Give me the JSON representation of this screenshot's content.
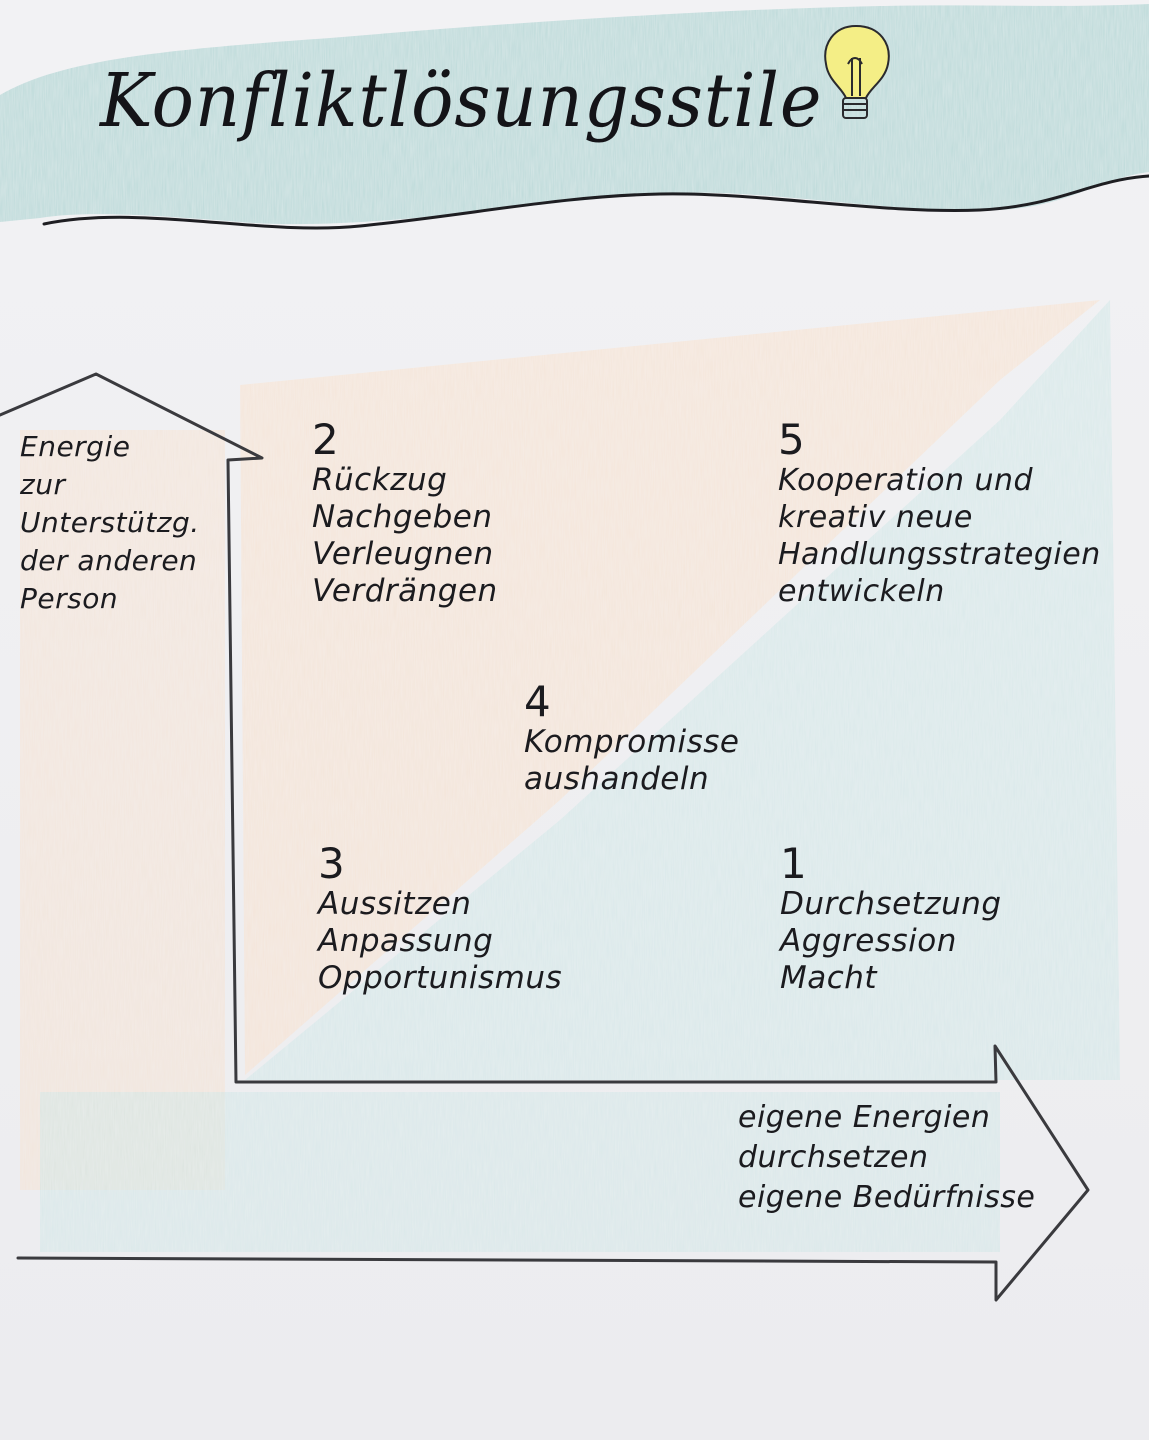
{
  "title": "Konfliktlösungsstile",
  "icons": {
    "title_decoration": "lightbulb-icon"
  },
  "colors": {
    "banner": "#a9d2d0",
    "warm_fill": "#f7dcc4",
    "cool_fill": "#c8e3e3",
    "lightbulb": "#f4ee86",
    "ink": "#1b1b1f",
    "arrow_outline": "#3a3a3e"
  },
  "axes": {
    "y_label": [
      "Energie",
      "zur",
      "Unterstützg.",
      "der anderen",
      "Person"
    ],
    "x_label": [
      "eigene Energien",
      "durchsetzen",
      "eigene Bedürfnisse"
    ]
  },
  "styles": [
    {
      "number": "2",
      "lines": [
        "Rückzug",
        "Nachgeben",
        "Verleugnen",
        "Verdrängen"
      ]
    },
    {
      "number": "5",
      "lines": [
        "Kooperation und",
        "kreativ neue",
        "Handlungsstrategien",
        "entwickeln"
      ]
    },
    {
      "number": "4",
      "lines": [
        "Kompromisse",
        "aushandeln"
      ]
    },
    {
      "number": "3",
      "lines": [
        "Aussitzen",
        "Anpassung",
        "Opportunismus"
      ]
    },
    {
      "number": "1",
      "lines": [
        "Durchsetzung",
        "Aggression",
        "Macht"
      ]
    }
  ]
}
